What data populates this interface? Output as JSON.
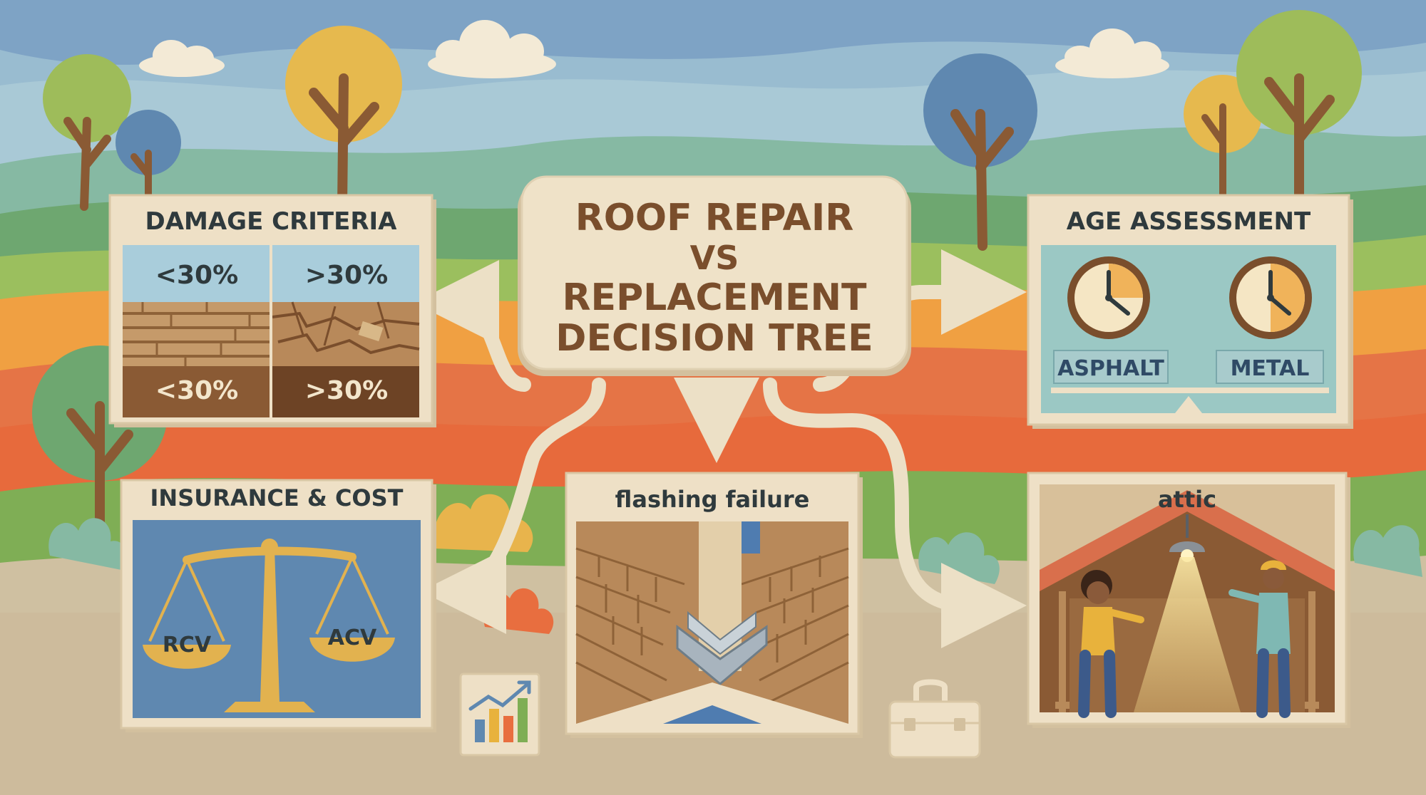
{
  "title": {
    "line1": "ROOF REPAIR",
    "line2": "VS",
    "line3": "REPLACEMENT",
    "line4": "DECISION TREE"
  },
  "damage": {
    "title": "DAMAGE CRITERIA",
    "top_left": "<30%",
    "top_right": ">30%",
    "bottom_left": "<30%",
    "bottom_right": ">30%"
  },
  "age": {
    "title": "AGE ASSESSMENT",
    "left_label": "ASPHALT",
    "right_label": "METAL"
  },
  "insurance": {
    "title": "INSURANCE & COST",
    "left_pan": "RCV",
    "right_pan": "ACV"
  },
  "flashing": {
    "title": "flashing failure"
  },
  "attic": {
    "title": "attic"
  },
  "colors": {
    "panel_cream": "#eee0c6",
    "border": "#d9c7a5",
    "text_brown": "#7a4e2c",
    "text_dark": "#2f3a3d",
    "sky_blue": "#a9c9d6",
    "insurance_blue": "#5f88b0",
    "age_teal": "#9bc8c4",
    "scale_gold": "#e2b24f"
  },
  "icons": [
    "tree-icon",
    "cloud-icon",
    "clock-icon",
    "scale-icon",
    "chart-icon",
    "toolbox-icon",
    "lamp-icon",
    "person-icon"
  ]
}
